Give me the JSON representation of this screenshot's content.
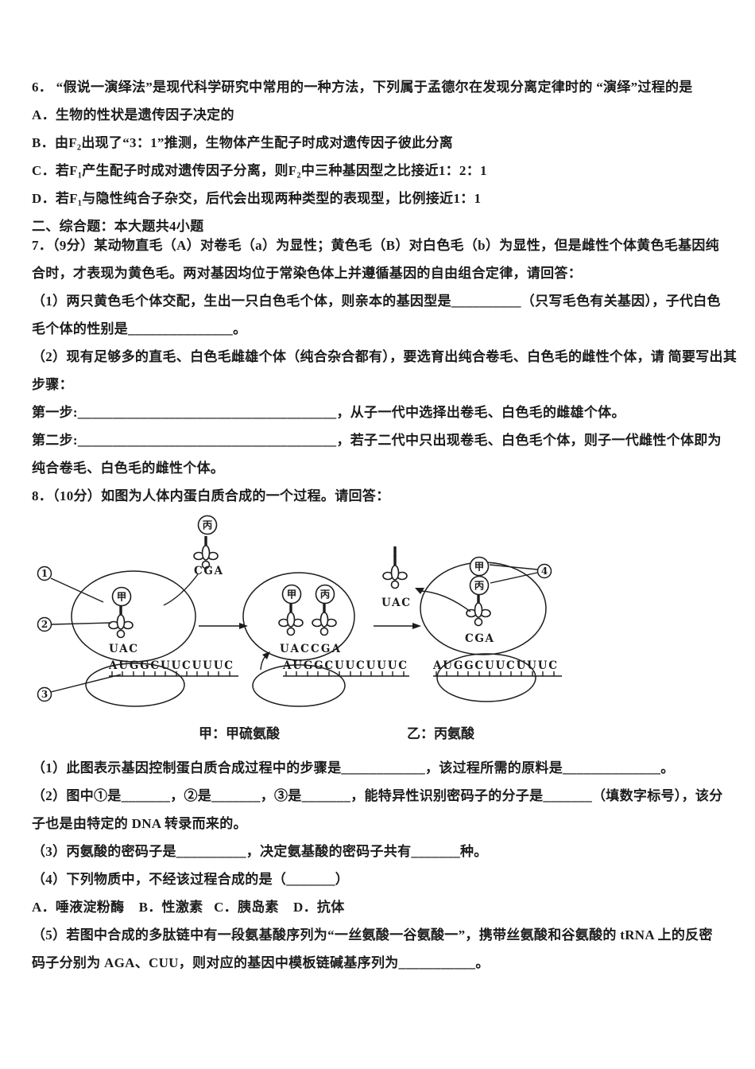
{
  "page": {
    "background": "#ffffff",
    "text_color": "#1c1c1c"
  },
  "q6": {
    "stem": "6． “假说一演绎法”是现代科学研究中常用的一种方法，下列属于孟德尔在发现分离定律时的 “演绎”过程的是",
    "options": [
      "A．生物的性状是遗传因子决定的",
      "B．由F₂出现了“3：1”推测，生物体产生配子时成对遗传因子彼此分离",
      "C．若F₁产生配子时成对遗传因子分离，则F₂中三种基因型之比接近1：2：1",
      "D．若F₁与隐性纯合子杂交，后代会出现两种类型的表现型，比例接近1：1"
    ]
  },
  "section2": {
    "header": "二、综合题：本大题共4小题"
  },
  "q7": {
    "lines": [
      "7．（9分）某动物直毛（A）对卷毛（a）为显性；黄色毛（B）对白色毛（b）为显性，但是雌性个体黄色毛基因纯",
      "合时，才表现为黄色毛。两对基因均位于常染色体上并遵循基因的自由组合定律，请回答：",
      "（1）两只黄色毛个体交配，生出一只白色毛个体，则亲本的基因型是__________（只写毛色有关基因），子代白色",
      "毛个体的性别是_______________。",
      "（2）现有足够多的直毛、白色毛雌雄个体（纯合杂合都有），要选育出纯合卷毛、白色毛的雌性个体，请 简要写出其",
      "步骤：",
      "第一步:_____________________________________，从子一代中选择出卷毛、白色毛的雌雄个体。",
      "第二步:_____________________________________，若子二代中只出现卷毛、白色毛个体，则子一代雌性个体即为",
      "纯合卷毛、白色毛的雌性个体。"
    ]
  },
  "q8": {
    "intro": "8．（10分）如图为人体内蛋白质合成的一个过程。请回答：",
    "caption": {
      "jia": "甲：甲硫氨酸",
      "yi": "乙：丙氨酸"
    },
    "lines": [
      "（1）此图表示基因控制蛋白质合成过程中的步骤是____________，该过程所需的原料是______________。",
      "（2）图中①是_______，②是_______，③是_______，能特异性识别密码子的分子是_______（填数字标号），该分",
      "子也是由特定的 DNA 转录而来的。",
      "（3）丙氨酸的密码子是__________，决定氨基酸的密码子共有_______种。",
      "（4）下列物质中，不经该过程合成的是（_______）",
      "A．唾液淀粉酶    B．性激素   C．胰岛素    D．抗体",
      "（5）若图中合成的多肽链中有一段氨基酸序列为“一丝氨酸一谷氨酸一”，携带丝氨酸和谷氨酸的 tRNA 上的反密",
      "码子分别为 AGA、CUU，则对应的基因中模板链碱基序列为___________。"
    ]
  },
  "diagram": {
    "mrna": "AUGGCUUCUUUC",
    "incoming_trna": {
      "amino_acid": "丙",
      "anticodon": "CGA"
    },
    "released_trna": {
      "anticodon": "UAC"
    },
    "stage1": {
      "amino_acid": "甲",
      "anticodon": "UAC"
    },
    "stage2": {
      "amino_acids": [
        "甲",
        "丙"
      ],
      "anticodons": "UACCGA"
    },
    "stage3": {
      "chain": [
        "甲",
        "丙"
      ],
      "anticodon": "CGA"
    },
    "callouts": [
      "1",
      "2",
      "3",
      "4"
    ]
  }
}
